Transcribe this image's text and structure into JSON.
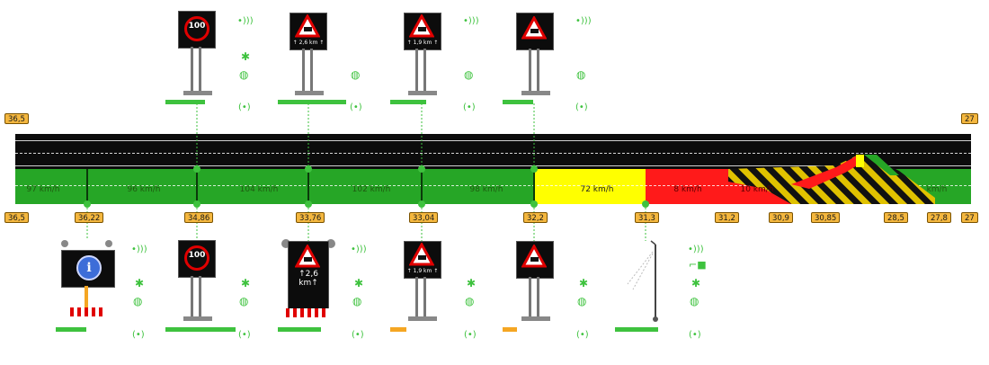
{
  "colors": {
    "free_flow": "#26a626",
    "slow": "#ffff00",
    "congested": "#ff1a1a",
    "closed_hatch": "#e0c200",
    "kilometer_badge": "#f4b73f",
    "device_online": "#3ec23e",
    "device_warning": "#f5a623"
  },
  "icons": {
    "status": "wireless-signal-icon",
    "bluetooth": "bluetooth-icon",
    "network": "globe-icon",
    "gps": "antenna-icon",
    "info": "info-icon",
    "hazard": "traffic-jam-warning-icon",
    "camera": "camera-icon"
  },
  "road": {
    "start_km": "36,5",
    "end_km": "27",
    "kilometer_markers": [
      "36,5",
      "36,22",
      "34,86",
      "33,76",
      "33,04",
      "32,2",
      "31,3",
      "31,2",
      "30,9",
      "30,85",
      "28,5",
      "27,8",
      "27"
    ],
    "speed_segments": [
      {
        "label": "97 km/h",
        "state": "free"
      },
      {
        "label": "96 km/h",
        "state": "free"
      },
      {
        "label": "104 km/h",
        "state": "free"
      },
      {
        "label": "102 km/h",
        "state": "free"
      },
      {
        "label": "98 km/h",
        "state": "free"
      },
      {
        "label": "72 km/h",
        "state": "slow"
      },
      {
        "label": "8 km/h",
        "state": "congested"
      },
      {
        "label": "10 km/h",
        "state": "congested"
      },
      {
        "label": "km/h",
        "state": "free"
      }
    ]
  },
  "signs_top": [
    {
      "type": "speed_limit",
      "text": "100"
    },
    {
      "type": "jam_warning",
      "text": "↑ 2,6 km ↑"
    },
    {
      "type": "jam_warning",
      "text": "↑ 1,9 km ↑"
    },
    {
      "type": "jam_warning",
      "text": ""
    }
  ],
  "signs_bottom": [
    {
      "type": "info",
      "text": ""
    },
    {
      "type": "speed_limit",
      "text": "100"
    },
    {
      "type": "jam_warning_trailer",
      "text": "↑2,6 km↑"
    },
    {
      "type": "jam_warning",
      "text": "↑ 1,9 km ↑"
    },
    {
      "type": "jam_warning",
      "text": ""
    },
    {
      "type": "camera_pole",
      "text": ""
    }
  ]
}
